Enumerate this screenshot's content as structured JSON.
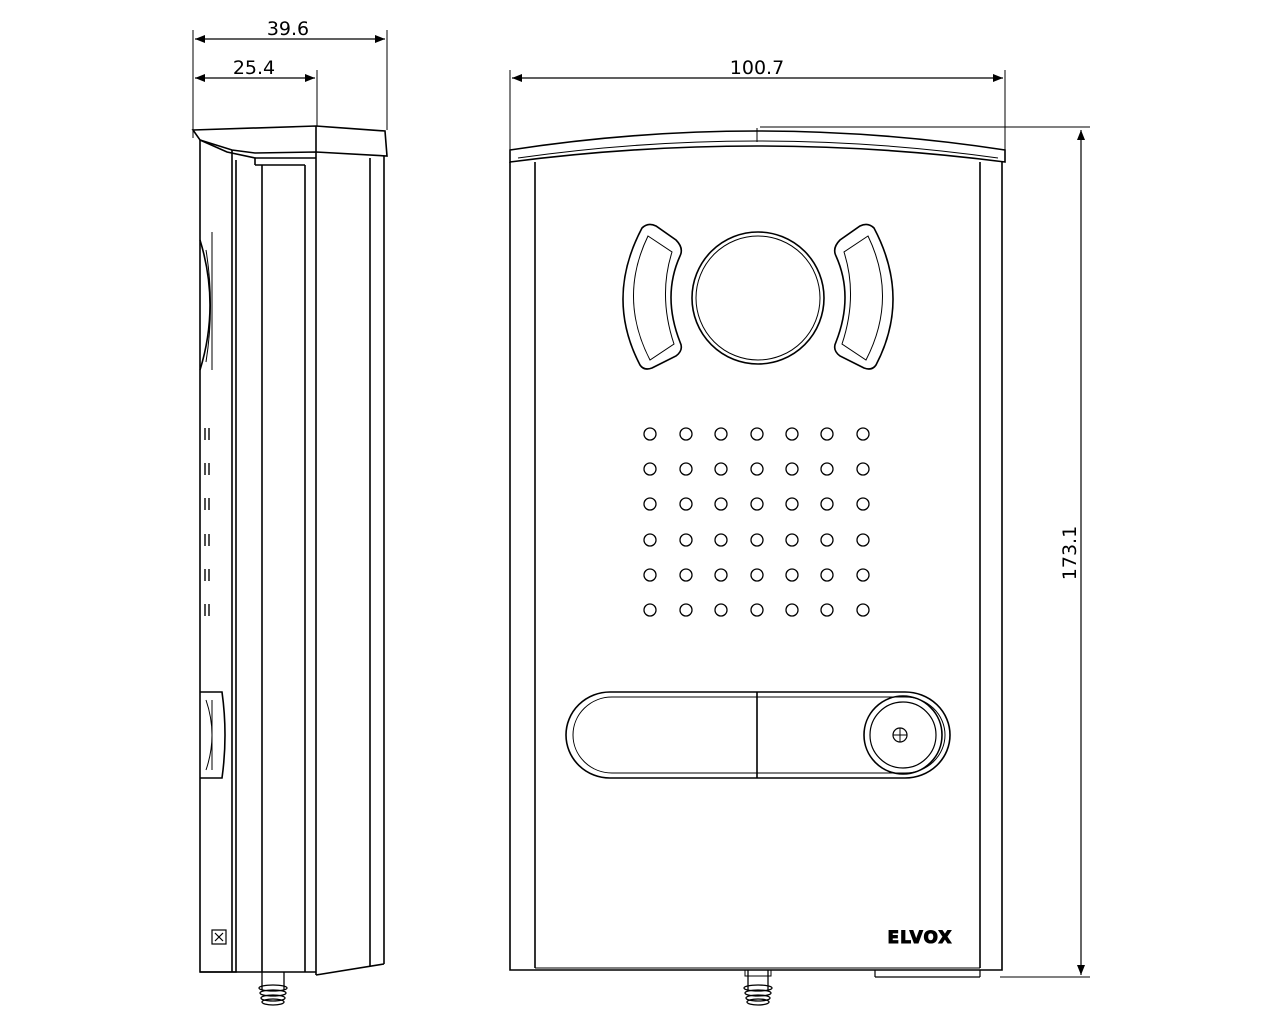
{
  "dimensions": {
    "side_total_depth": "39.6",
    "side_panel_depth": "25.4",
    "front_width": "100.7",
    "front_height": "173.1"
  },
  "brand": {
    "logo_text": "ELVOX"
  },
  "colors": {
    "line": "#000000",
    "background": "#ffffff"
  }
}
